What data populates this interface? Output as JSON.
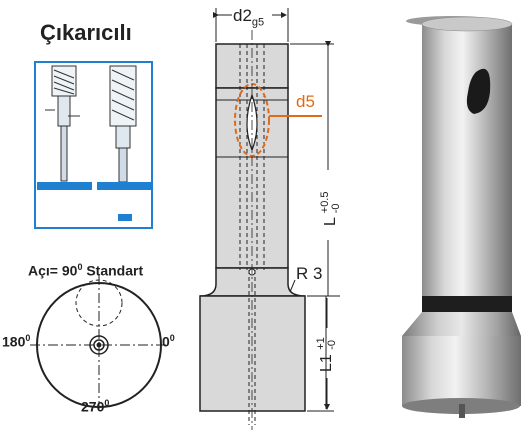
{
  "title": "Çıkarıcılı",
  "angle_caption": "Açı= 90",
  "angle_caption_sup": "0",
  "angle_caption_suffix": " Standart",
  "angles": {
    "left": "180",
    "left_sup": "0",
    "right": "0",
    "right_sup": "0",
    "bottom": "270",
    "bottom_sup": "0"
  },
  "dims": {
    "d2": "d2",
    "d2_sub": "g5",
    "d5": "d5",
    "r": "R 3",
    "L": "L",
    "L_tol_top": "+0.5",
    "L_tol_bot": "-0",
    "L1": "L1",
    "L1_tol_top": "+1",
    "L1_tol_bot": "-0"
  },
  "colors": {
    "accent_blue": "#1f7fd1",
    "highlight_orange": "#e06a1b",
    "line": "#222222"
  }
}
